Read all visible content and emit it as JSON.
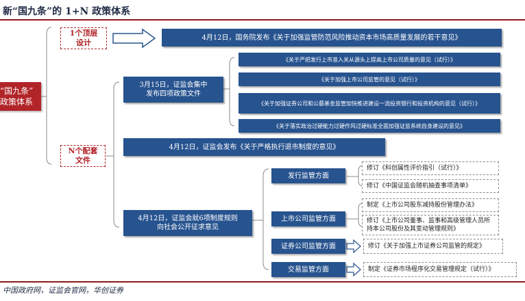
{
  "title": "新“国九条”的 1+N 政策体系",
  "source": "中国政府网，证监会官网，华创证券",
  "root": {
    "line1": "“国九条”",
    "line2": "政策体系"
  },
  "top_level": {
    "label_line1": "1个顶层",
    "label_line2": "设计",
    "item": "4月12日，国务院发布《关于加强监管防范风险推动资本市场高质量发展的若干意见》"
  },
  "n_docs": {
    "label_line1": "N个配套",
    "label_line2": "文件",
    "csrc_0315": {
      "label_line1": "3月15日，证监会集中",
      "label_line2": "发布四项政策文件",
      "docs": [
        "《关于严把发行上市准入关从源头上提高上市公司质量的意见（试行）》",
        "《关于加强上市公司监管的意见（试行）》",
        "《关于加强证券公司和公募基金监管加快推进建设一流投资银行和投资机构的意见（试行）》",
        "《关于落实政治过硬能力过硬作风过硬标准全面加强证监系统自身建设的意见》"
      ]
    },
    "delisting": "4月12日，证监会发布《关于严格执行退市制度的意见》",
    "consultation": {
      "label_line1": "4月12日，证监会就6项制度规则",
      "label_line2": "向社会公开征求意见",
      "aspects": [
        {
          "label": "发行监管方面",
          "items": [
            "修订《科创属性评价指引（试行）》",
            "修订《中国证监会随机抽查事项清单》"
          ]
        },
        {
          "label": "上市公司监管方面",
          "items": [
            "制定《上市公司股东减持股份管理办法》",
            "修订《上市公司董事、监事和高级管理人员所持本公司股份及其变动管理规则》"
          ]
        },
        {
          "label": "证券公司监管方面",
          "items": [
            "修订《关于加强上市证券公司监管的规定》"
          ]
        },
        {
          "label": "交易监管方面",
          "items": [
            "制定《证券市场程序化交易管理规定（试行）》"
          ]
        }
      ]
    }
  },
  "colors": {
    "accent_red": "#b12428",
    "box_blue": "#27538f",
    "dash_gray": "#8a8a8a"
  }
}
